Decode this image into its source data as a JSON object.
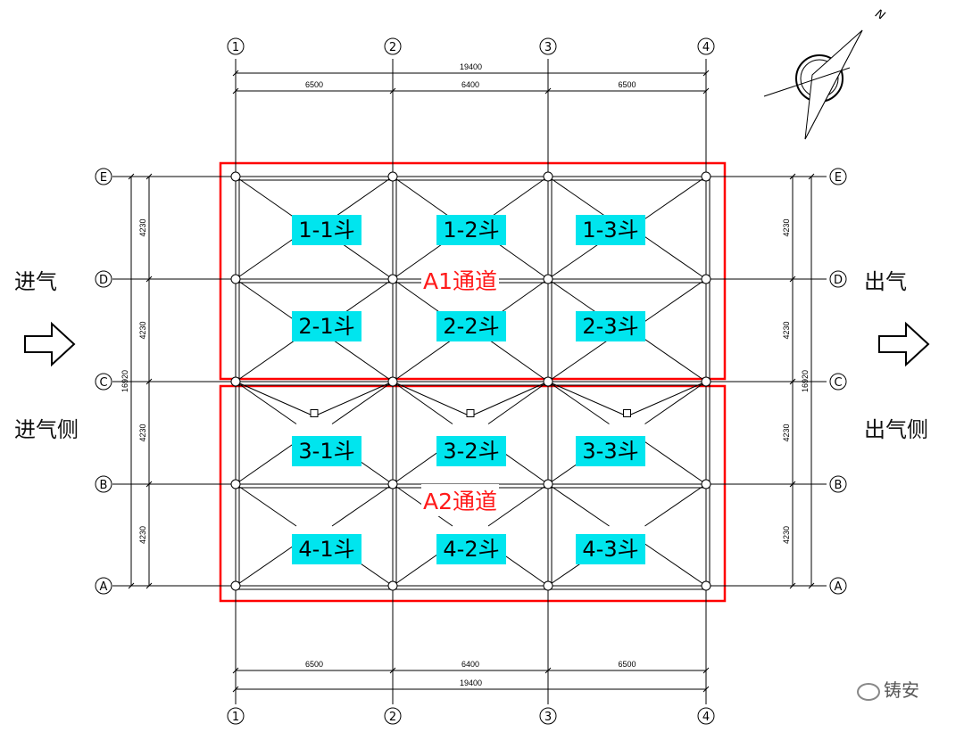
{
  "axes": {
    "columns": [
      "1",
      "2",
      "3",
      "4"
    ],
    "rows": [
      "E",
      "D",
      "C",
      "B",
      "A"
    ]
  },
  "dimensions": {
    "top_total": "19400",
    "top_spans": [
      "6500",
      "6400",
      "6500"
    ],
    "bottom_spans": [
      "6500",
      "6400",
      "6500"
    ],
    "bottom_total": "19400",
    "left_spans": [
      "4230",
      "4230",
      "4230",
      "4230"
    ],
    "left_total": "16920",
    "right_spans": [
      "4230",
      "4230",
      "4230",
      "4230"
    ],
    "right_total": "16920"
  },
  "inlet": {
    "label": "进气",
    "side_label": "进气侧"
  },
  "outlet": {
    "label": "出气",
    "side_label": "出气侧"
  },
  "channels": [
    {
      "label": "A1通道"
    },
    {
      "label": "A2通道"
    }
  ],
  "hoppers": [
    "1-1斗",
    "1-2斗",
    "1-3斗",
    "2-1斗",
    "2-2斗",
    "2-3斗",
    "3-1斗",
    "3-2斗",
    "3-3斗",
    "4-1斗",
    "4-2斗",
    "4-3斗"
  ],
  "compass": {
    "label": "N"
  },
  "watermark": {
    "text": "铸安"
  },
  "colors": {
    "hopper_fill": "#00e5ee",
    "channel_outline": "#ff0000",
    "lines": "#000000"
  }
}
